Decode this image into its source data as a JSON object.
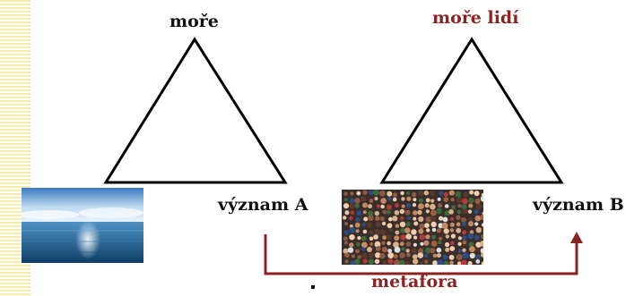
{
  "diagram": {
    "left_triangle": {
      "top_label": "moře",
      "right_label": "význam A"
    },
    "right_triangle": {
      "top_label": "moře lidí",
      "right_label": "význam B"
    },
    "arrow_label": "metafora"
  },
  "colors": {
    "accent": "#8b2323",
    "text": "#111111",
    "stripe": "#f7e9a6"
  },
  "images": {
    "left": "sea-photo",
    "right": "crowd-photo"
  }
}
